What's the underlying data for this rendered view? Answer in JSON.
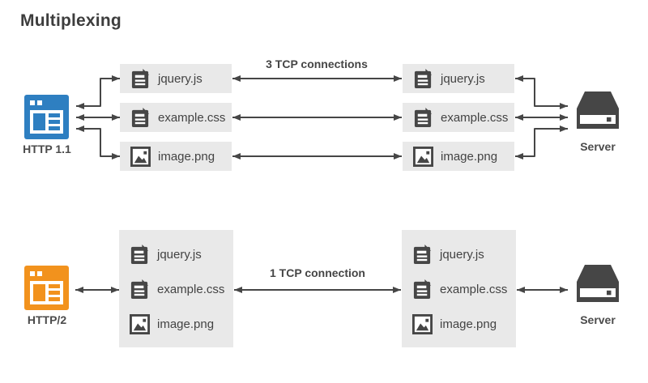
{
  "title": "Multiplexing",
  "colors": {
    "http1_client_accent": "#2e7fc1",
    "http2_client_accent": "#f2921d",
    "dark_icon_and_arrow": "#464646",
    "file_box_background": "#e9e9e9"
  },
  "http1_section": {
    "client": {
      "label": "HTTP 1.1",
      "icon": "browser-window-icon"
    },
    "server": {
      "label": "Server",
      "icon": "server-icon"
    },
    "connection_label": "3 TCP connections",
    "client_files": [
      {
        "name": "jquery.js",
        "icon": "file-text-icon"
      },
      {
        "name": "example.css",
        "icon": "file-text-icon"
      },
      {
        "name": "image.png",
        "icon": "image-file-icon"
      }
    ],
    "server_files": [
      {
        "name": "jquery.js",
        "icon": "file-text-icon"
      },
      {
        "name": "example.css",
        "icon": "file-text-icon"
      },
      {
        "name": "image.png",
        "icon": "image-file-icon"
      }
    ]
  },
  "http2_section": {
    "client": {
      "label": "HTTP/2",
      "icon": "browser-window-icon"
    },
    "server": {
      "label": "Server",
      "icon": "server-icon"
    },
    "connection_label": "1 TCP connection",
    "client_files": [
      {
        "name": "jquery.js",
        "icon": "file-text-icon"
      },
      {
        "name": "example.css",
        "icon": "file-text-icon"
      },
      {
        "name": "image.png",
        "icon": "image-file-icon"
      }
    ],
    "server_files": [
      {
        "name": "jquery.js",
        "icon": "file-text-icon"
      },
      {
        "name": "example.css",
        "icon": "file-text-icon"
      },
      {
        "name": "image.png",
        "icon": "image-file-icon"
      }
    ]
  }
}
